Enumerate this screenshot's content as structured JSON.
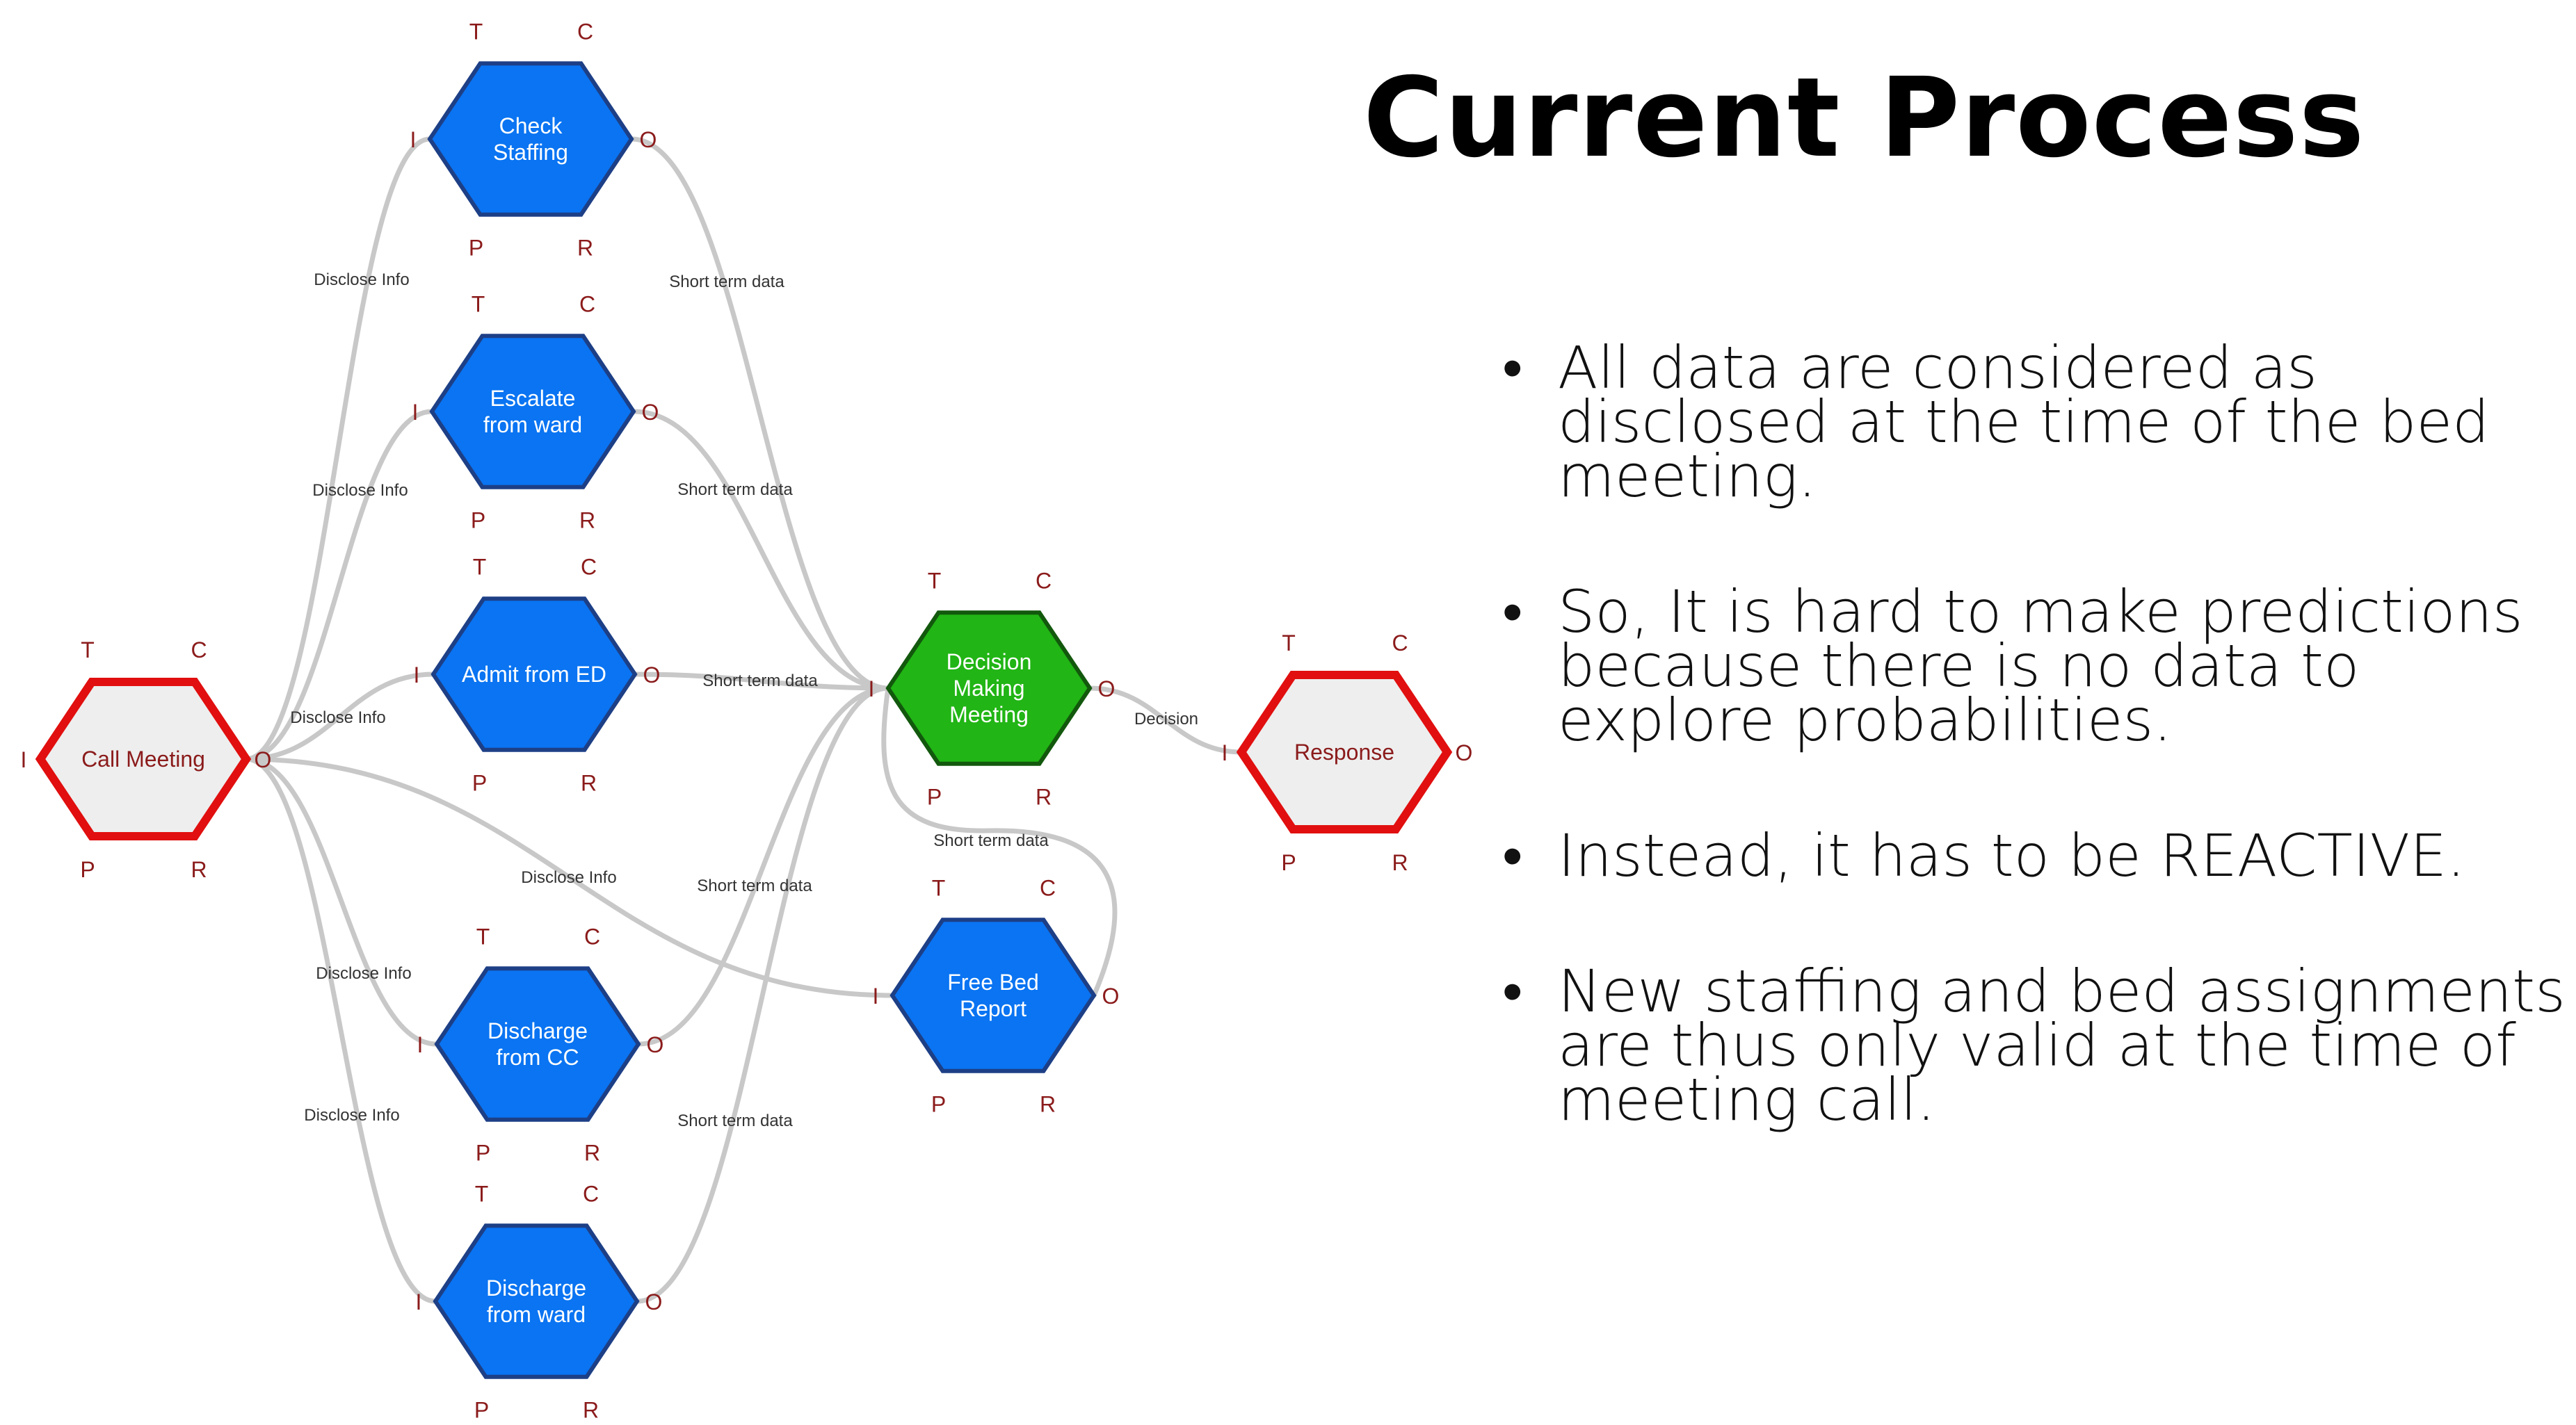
{
  "title": "Current Process",
  "bullets": [
    "All data are considered as disclosed at the time of the bed meeting.",
    "So, It is hard to make predictions because there is no data to explore probabilities.",
    "Instead, it has to be REACTIVE.",
    "New staffing and bed assignments are thus only valid at the time of meeting call."
  ],
  "colors": {
    "blue_fill": "#0a74f2",
    "blue_stroke": "#1d3f86",
    "green_fill": "#21b515",
    "green_stroke": "#12580d",
    "grey_fill": "#eeeeee",
    "red_stroke": "#e10f0f",
    "node_text_white": "#ffffff",
    "node_text_dark": "#8b1b1b",
    "port_label": "#8b1b1b",
    "edge": "#c8c8c8"
  },
  "port_letters": {
    "top_left": "T",
    "top_right": "C",
    "left": "I",
    "right": "O",
    "bottom_left": "P",
    "bottom_right": "R"
  },
  "nodes": [
    {
      "id": "call-meeting",
      "lines": [
        "Call Meeting"
      ],
      "style": "grey"
    },
    {
      "id": "check-staffing",
      "lines": [
        "Check",
        "Staffing"
      ],
      "style": "blue"
    },
    {
      "id": "escalate-from-ward",
      "lines": [
        "Escalate",
        "from ward"
      ],
      "style": "blue"
    },
    {
      "id": "admit-from-ed",
      "lines": [
        "Admit from ED"
      ],
      "style": "blue"
    },
    {
      "id": "discharge-from-cc",
      "lines": [
        "Discharge",
        "from CC"
      ],
      "style": "blue"
    },
    {
      "id": "discharge-from-ward",
      "lines": [
        "Discharge",
        "from ward"
      ],
      "style": "blue"
    },
    {
      "id": "decision-making-meeting",
      "lines": [
        "Decision",
        "Making",
        "Meeting"
      ],
      "style": "green"
    },
    {
      "id": "free-bed-report",
      "lines": [
        "Free Bed",
        "Report"
      ],
      "style": "blue"
    },
    {
      "id": "response",
      "lines": [
        "Response"
      ],
      "style": "grey"
    }
  ],
  "edge_labels": [
    {
      "id": "disclose-1",
      "text": "Disclose Info"
    },
    {
      "id": "disclose-2",
      "text": "Disclose Info"
    },
    {
      "id": "disclose-3",
      "text": "Disclose Info"
    },
    {
      "id": "disclose-4",
      "text": "Disclose Info"
    },
    {
      "id": "disclose-5",
      "text": "Disclose Info"
    },
    {
      "id": "disclose-6",
      "text": "Disclose Info"
    },
    {
      "id": "short-1",
      "text": "Short term data"
    },
    {
      "id": "short-2",
      "text": "Short term data"
    },
    {
      "id": "short-3",
      "text": "Short term data"
    },
    {
      "id": "short-4",
      "text": "Short term data"
    },
    {
      "id": "short-5",
      "text": "Short term data"
    },
    {
      "id": "short-6",
      "text": "Short term data"
    },
    {
      "id": "decision",
      "text": "Decision"
    }
  ]
}
